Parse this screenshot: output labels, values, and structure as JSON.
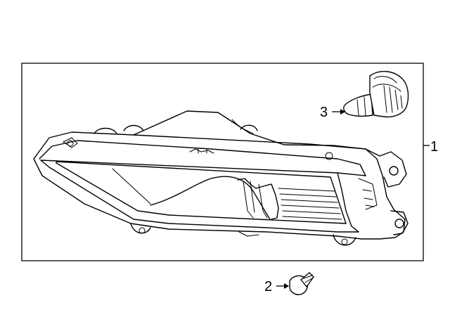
{
  "callouts": {
    "fog_lamp_assembly": "1",
    "mounting_screw": "2",
    "bulb": "3"
  }
}
